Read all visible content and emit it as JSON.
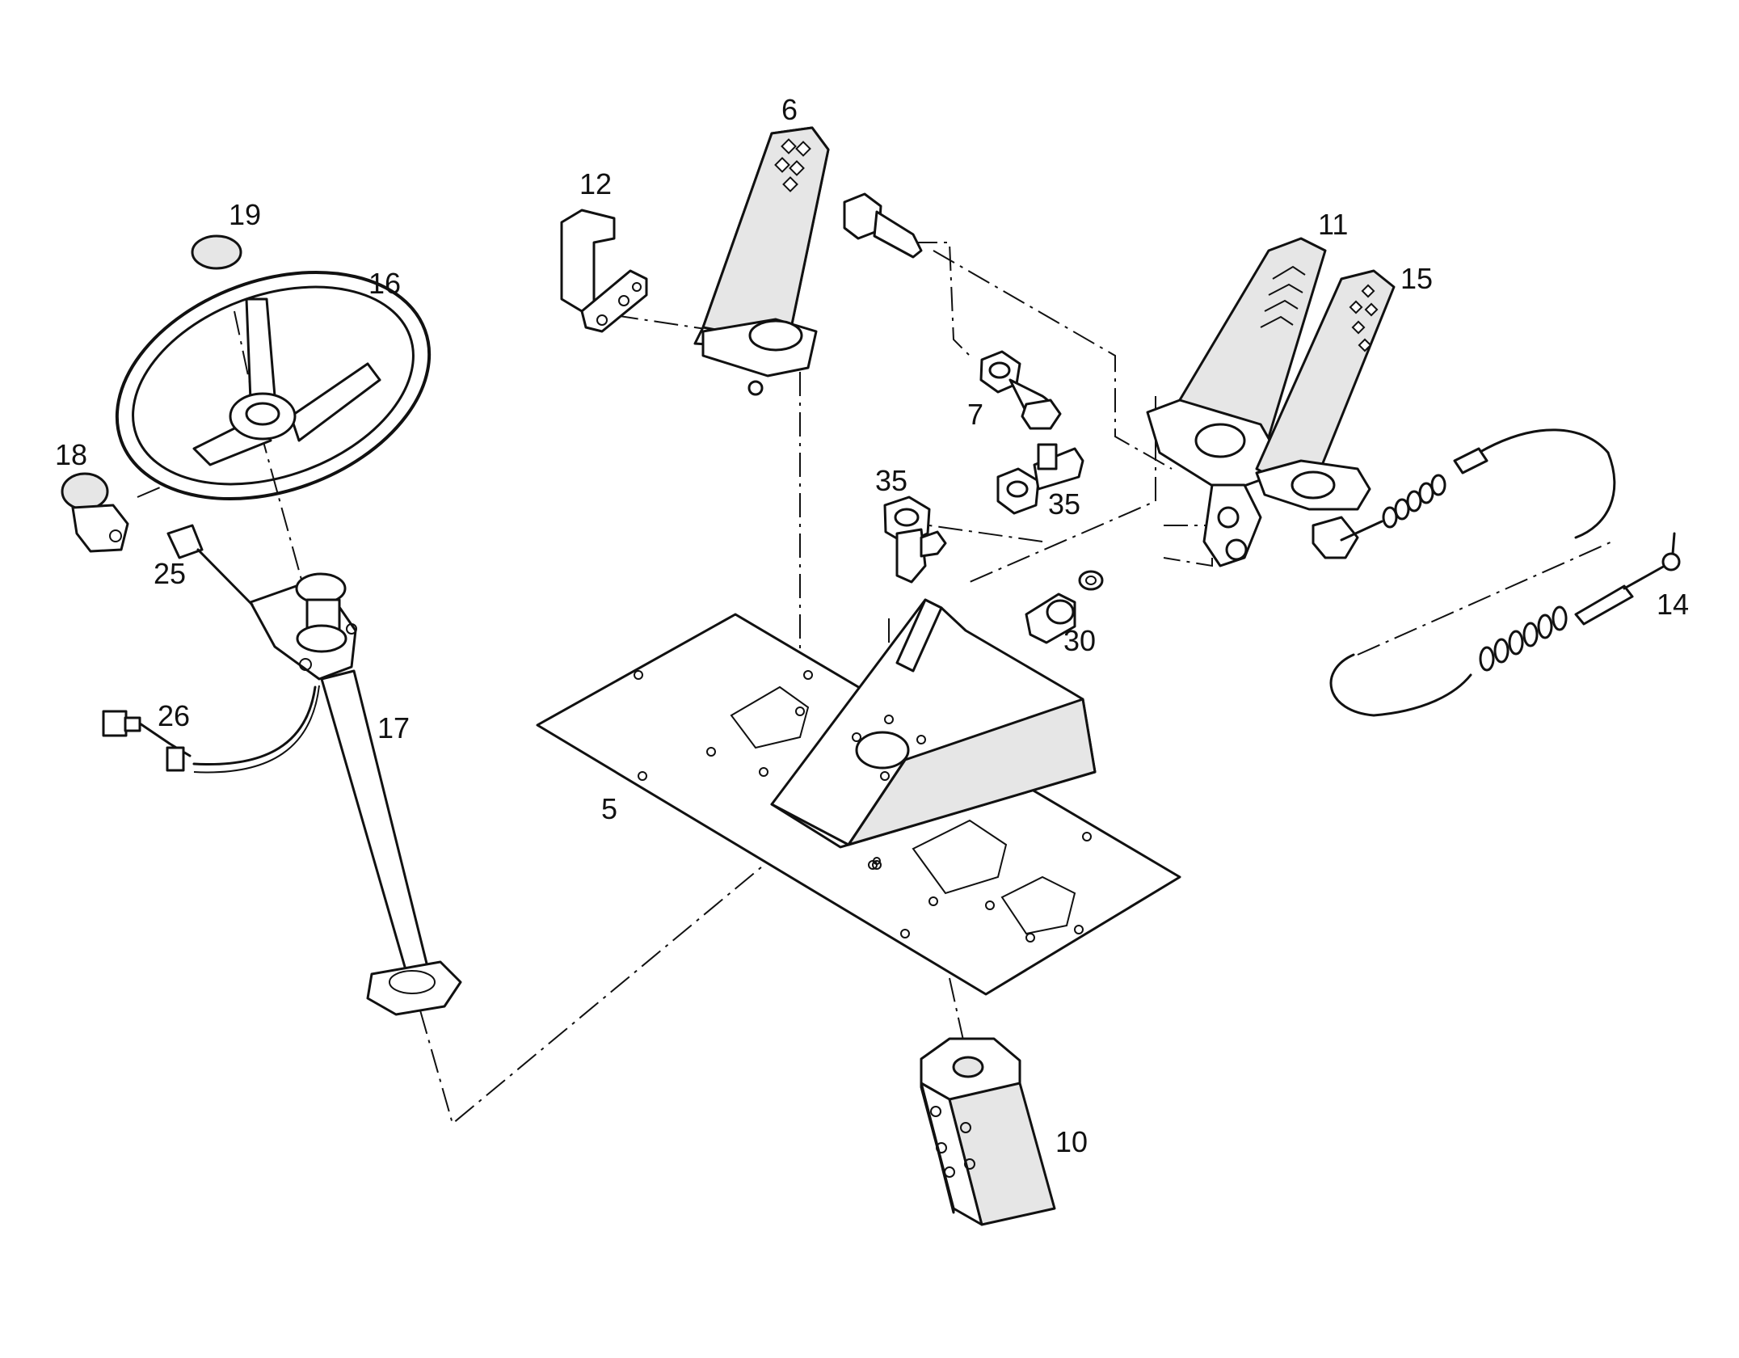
{
  "diagram": {
    "style": "exploded parts drawing, black line art on white",
    "callouts": [
      {
        "id": "c6",
        "label": "6"
      },
      {
        "id": "c12",
        "label": "12"
      },
      {
        "id": "c19",
        "label": "19"
      },
      {
        "id": "c16",
        "label": "16"
      },
      {
        "id": "c11",
        "label": "11"
      },
      {
        "id": "c15",
        "label": "15"
      },
      {
        "id": "c18",
        "label": "18"
      },
      {
        "id": "c7",
        "label": "7"
      },
      {
        "id": "c35a",
        "label": "35"
      },
      {
        "id": "c35b",
        "label": "35"
      },
      {
        "id": "c25",
        "label": "25"
      },
      {
        "id": "c14",
        "label": "14"
      },
      {
        "id": "c30",
        "label": "30"
      },
      {
        "id": "c26",
        "label": "26"
      },
      {
        "id": "c17",
        "label": "17"
      },
      {
        "id": "c5",
        "label": "5"
      },
      {
        "id": "c10",
        "label": "10"
      }
    ]
  }
}
